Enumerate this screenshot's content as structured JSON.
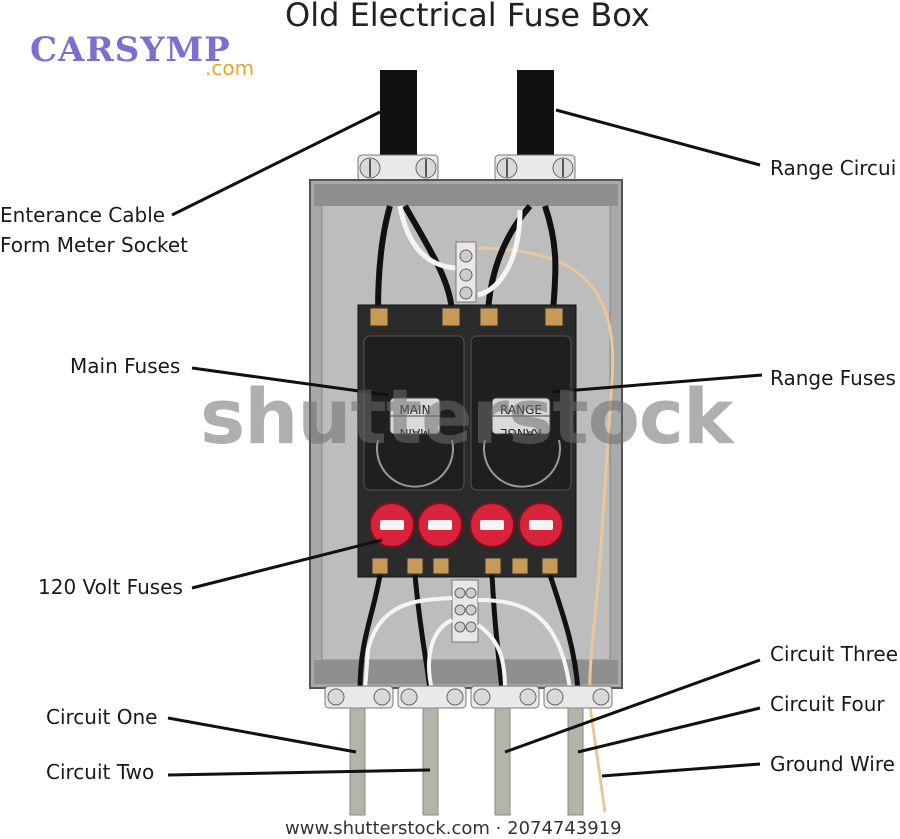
{
  "title": "Old Electrical Fuse Box",
  "logo": {
    "brand": "CARSYMP",
    "tld": ".com"
  },
  "labels": {
    "entrance_cable_line1": "Enterance Cable",
    "entrance_cable_line2": "Form Meter Socket",
    "range_circuit": "Range Circui",
    "main_fuses": "Main Fuses",
    "range_fuses": "Range Fuses",
    "volt_fuses": "120 Volt Fuses",
    "circuit_one": "Circuit One",
    "circuit_two": "Circuit Two",
    "circuit_three": "Circuit Three",
    "circuit_four": "Circuit Four",
    "ground_wire": "Ground Wire"
  },
  "fuse_text": {
    "main": "MAIN",
    "range": "RANGE"
  },
  "watermark": "shutterstock",
  "footer": "www.shutterstock.com · 2074743919",
  "colors": {
    "box": "#a9a9a9",
    "fuse_block": "#2b2b2b",
    "fuse_red": "#d8243a",
    "ground_wire": "#e8c89a",
    "cable_conduit": "#b4b4a8"
  }
}
